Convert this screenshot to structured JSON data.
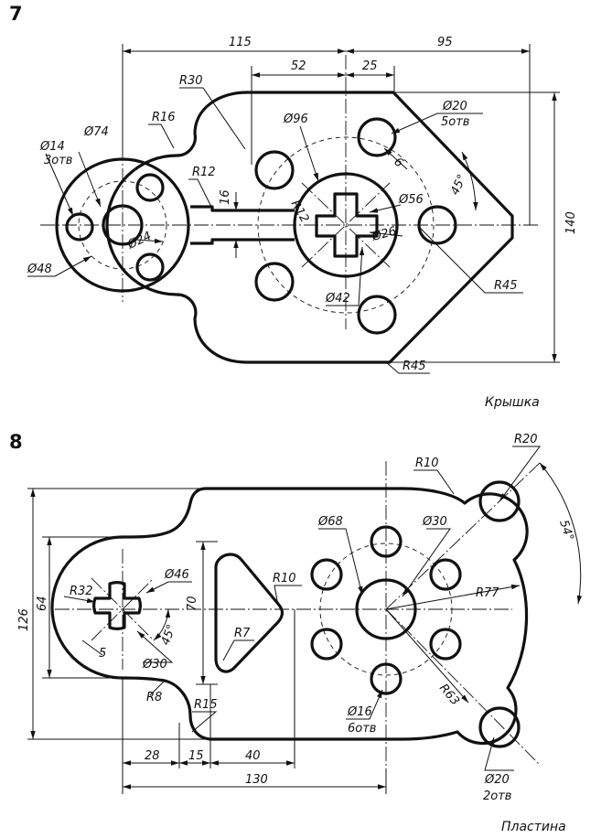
{
  "figure7": {
    "number": "7",
    "caption": "Крышка",
    "dims": {
      "d115": "115",
      "d95": "95",
      "d52": "52",
      "d25": "25",
      "r30": "R30",
      "r16": "R16",
      "r12a": "R12",
      "r12b": "R12",
      "d74": "Ø74",
      "d14": "Ø14",
      "holes3": "3отв",
      "d96": "Ø96",
      "d20": "Ø20",
      "holes5": "5отв",
      "d6": "6",
      "a45": "45°",
      "d16": "16",
      "d56": "Ø56",
      "d26": "Ø26",
      "d24": "Ø24",
      "d48": "Ø48",
      "d42": "Ø42",
      "r45a": "R45",
      "r45b": "R45",
      "d140": "140"
    }
  },
  "figure8": {
    "number": "8",
    "caption": "Пластина",
    "dims": {
      "r10a": "R10",
      "r20": "R20",
      "a54": "54°",
      "d68": "Ø68",
      "d30a": "Ø30",
      "r32": "R32",
      "d46": "Ø46",
      "d70": "70",
      "r10b": "R10",
      "r77": "R77",
      "d64": "64",
      "d126": "126",
      "a45": "45°",
      "r7": "R7",
      "d5": "5",
      "d30b": "Ø30",
      "r8": "R8",
      "r63": "R63",
      "r15": "R15",
      "d16": "Ø16",
      "holes6": "6отв",
      "d28": "28",
      "d15": "15",
      "d40": "40",
      "d20": "Ø20",
      "holes2": "2отв",
      "d130": "130"
    }
  }
}
